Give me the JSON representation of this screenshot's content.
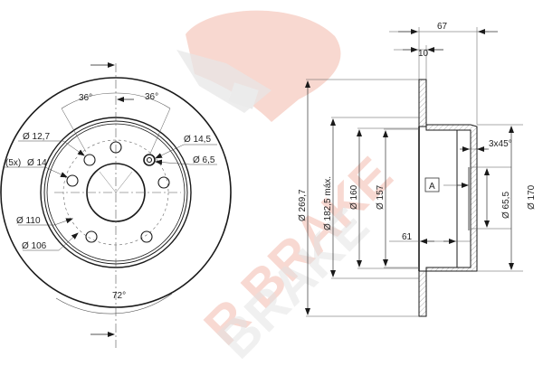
{
  "watermark": {
    "brand_text": "R BRAKE",
    "color": "#f4c4b8",
    "shadow_color": "#dcdcdc"
  },
  "front_view": {
    "angle_top_left": "36°",
    "angle_top_right": "36°",
    "angle_bottom": "72°",
    "label_12_7": "Ø 12,7",
    "label_5x14_prefix": "(5x)",
    "label_5x14": "Ø 14",
    "label_14_5": "Ø 14,5",
    "label_6_5": "Ø 6,5",
    "label_110": "Ø 110",
    "label_106": "Ø 106"
  },
  "side_view": {
    "width_67": "67",
    "thickness_10": "10",
    "dia_269_7": "Ø 269,7",
    "dia_182_5": "Ø 182,5 máx.",
    "dia_160": "Ø 160",
    "dia_157": "Ø 157",
    "height_61": "61",
    "chamfer": "3x45°",
    "datum": "A",
    "dia_65_5": "Ø 65,5",
    "dia_170": "Ø 170"
  },
  "colors": {
    "line": "#1a1a1a",
    "thin_line": "#555555",
    "hatch": "#9a9a9a"
  }
}
